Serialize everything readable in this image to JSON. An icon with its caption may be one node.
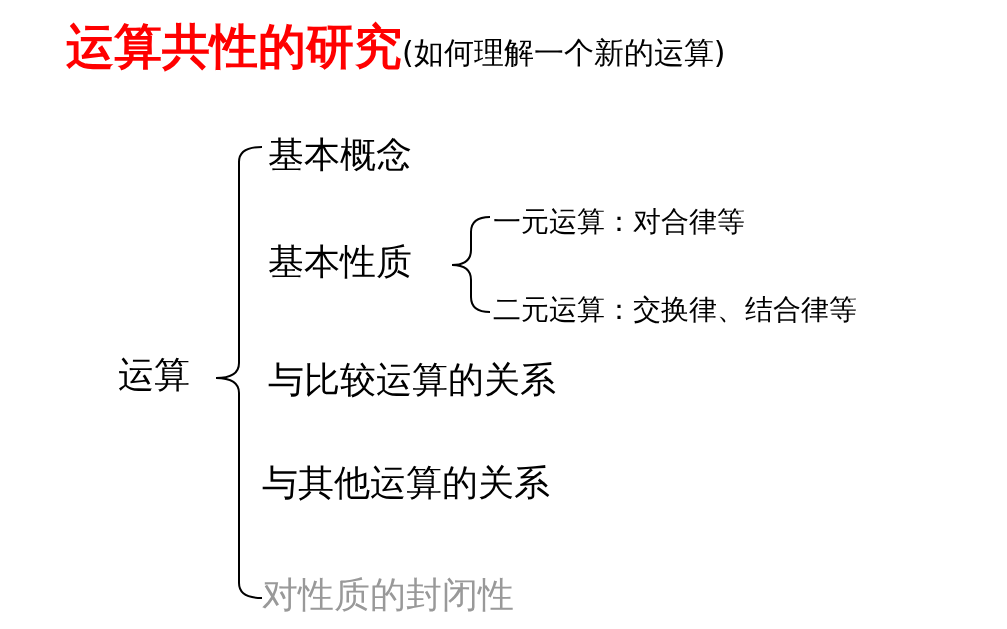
{
  "diagram": {
    "title": "**运算共性的研究**(如何理解一个新的运算)",
    "labels": [
      "运算",
      "基本概念",
      "基本性质",
      "一元运算：对合律等",
      "二元运算：交换律、结合律等",
      "与比较运算的关系",
      "与其他运算的关系",
      "对性质的封闭性"
    ]
  }
}
